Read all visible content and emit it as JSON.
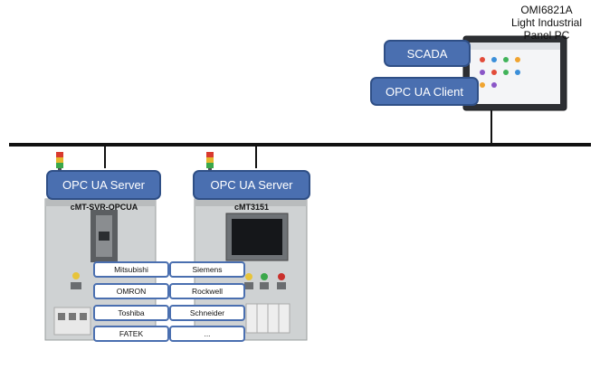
{
  "top_device": {
    "name_lines": [
      "OMI6821A",
      "Light Industrial",
      "Panel PC"
    ],
    "scada_label": "SCADA",
    "opcua_client_label": "OPC UA Client"
  },
  "servers": [
    {
      "label": "OPC UA Server",
      "cabinet_label": "cMT-SVR-OPCUA"
    },
    {
      "label": "OPC UA Server",
      "cabinet_label": "cMT3151"
    }
  ],
  "brands": [
    "Mitsubishi",
    "Siemens",
    "OMRON",
    "Rockwell",
    "Toshiba",
    "Schneider",
    "FATEK",
    "..."
  ]
}
